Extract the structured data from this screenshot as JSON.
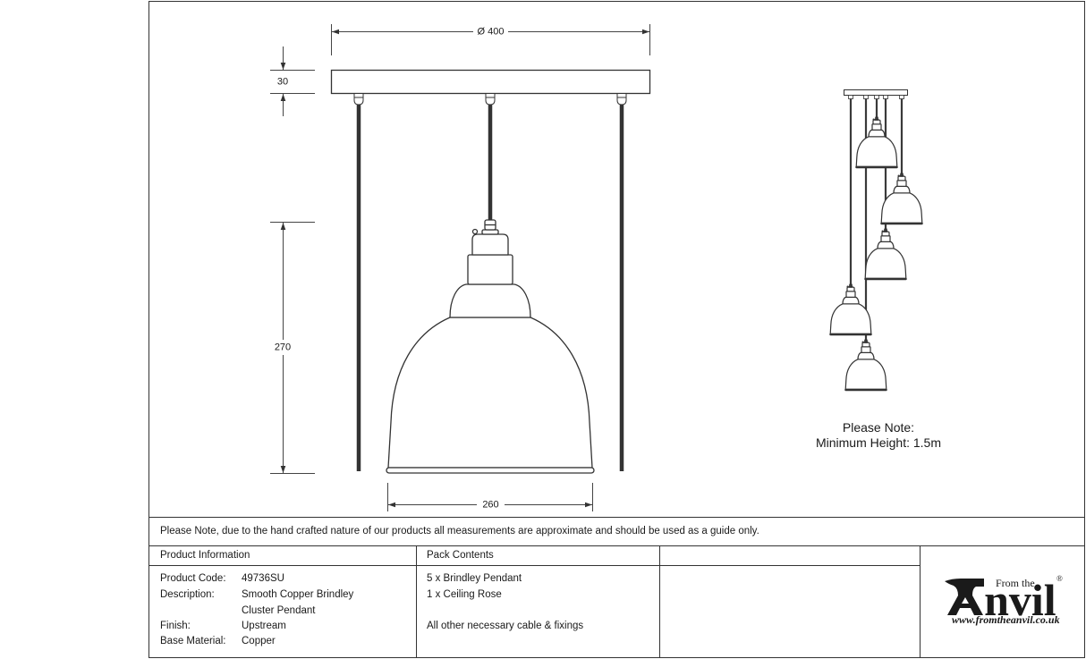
{
  "drawing": {
    "dimensions": {
      "rose_diameter": "Ø 400",
      "rose_height": "30",
      "pendant_height": "270",
      "shade_diameter": "260"
    },
    "cluster_note": {
      "title": "Please Note:",
      "text": "Minimum Height: 1.5m"
    }
  },
  "disclaimer": "Please Note, due to the hand crafted nature of our products all measurements are approximate and should be used as a guide only.",
  "product_info": {
    "heading": "Product Information",
    "rows": [
      {
        "label": "Product Code:",
        "value_lines": [
          "49736SU"
        ]
      },
      {
        "label": "Description:",
        "value_lines": [
          "Smooth Copper Brindley",
          "Cluster Pendant"
        ]
      },
      {
        "label": "Finish:",
        "value_lines": [
          "Upstream"
        ]
      },
      {
        "label": "Base Material:",
        "value_lines": [
          "Copper"
        ]
      }
    ]
  },
  "pack_contents": {
    "heading": "Pack Contents",
    "items": [
      "5 x Brindley Pendant",
      "1 x Ceiling Rose"
    ],
    "note": "All other necessary cable & fixings"
  },
  "logo": {
    "prefix": "From the",
    "wordmark": "Anvil",
    "registered": "®",
    "url": "www.fromtheanvil.co.uk"
  },
  "colors": {
    "ink": "#333333",
    "text": "#1a1a1a",
    "paper": "#ffffff"
  }
}
